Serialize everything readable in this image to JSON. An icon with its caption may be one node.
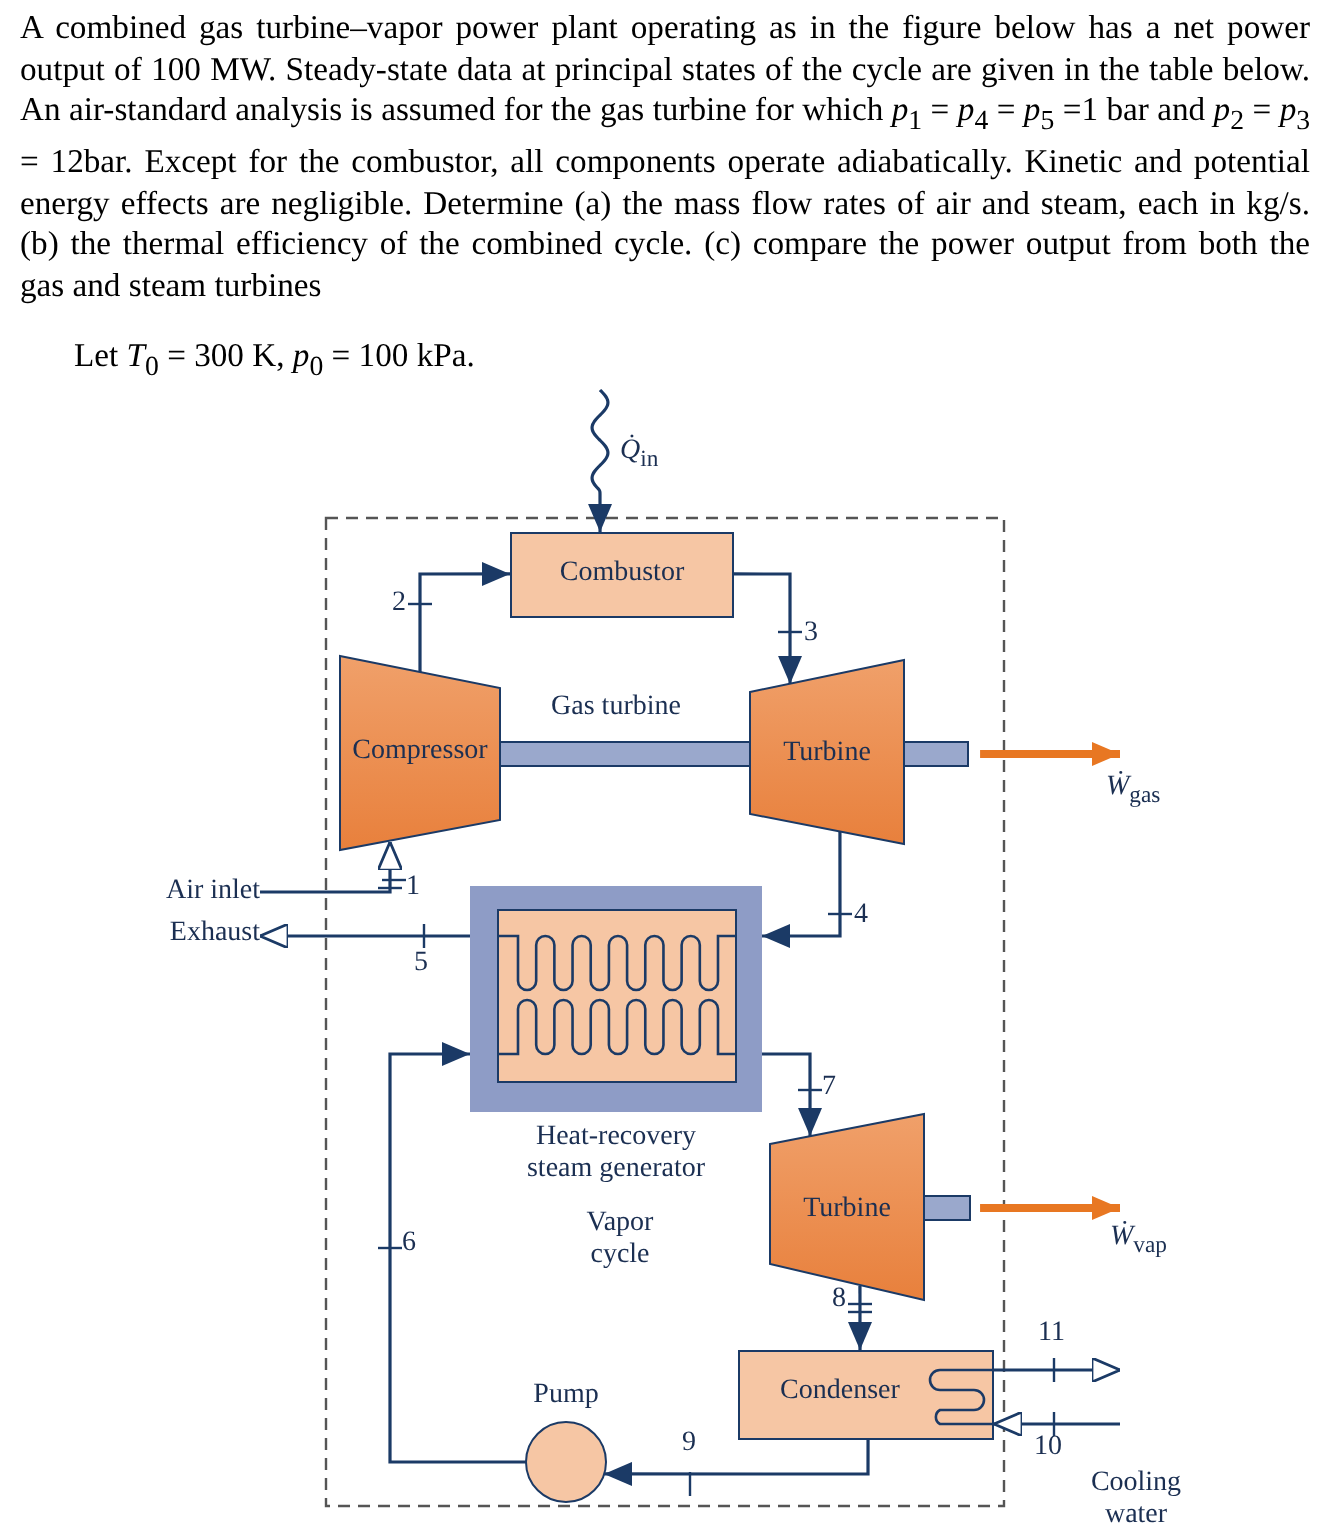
{
  "diagram": {
    "nodes": [
      {
        "text": [
          "Combustor"
        ]
      },
      {
        "text": [
          "Compressor"
        ]
      },
      {
        "text": [
          "Turbine"
        ]
      },
      {
        "text": [
          "Heat-recovery steam generator"
        ]
      },
      {
        "text": [
          "Turbine"
        ]
      },
      {
        "text": [
          "Condenser"
        ]
      },
      {
        "text": [
          "Pump"
        ]
      },
      {
        "text": [
          "Air inlet"
        ]
      },
      {
        "text": [
          "Exhaust"
        ]
      }
    ],
    "edges": [
      {
        "from": null,
        "to": 0,
        "arrow": "to",
        "label": "*Q̇*$_{in}$"
      },
      {
        "from": 1,
        "to": 0,
        "arrow": "to",
        "label": "2"
      },
      {
        "from": 0,
        "to": 2,
        "arrow": "to",
        "label": "3"
      },
      {
        "from": 7,
        "to": 1,
        "arrow": "to",
        "label": "1"
      },
      {
        "from": 2,
        "to": 3,
        "arrow": "to",
        "label": "4"
      },
      {
        "from": 3,
        "to": 8,
        "arrow": "to",
        "label": "5"
      },
      {
        "from": 3,
        "to": 4,
        "arrow": "to",
        "label": "7"
      },
      {
        "from": 4,
        "to": 5,
        "arrow": "to",
        "label": "8"
      },
      {
        "from": 5,
        "to": 6,
        "arrow": "to",
        "label": "9"
      },
      {
        "from": 6,
        "to": 3,
        "arrow": "to",
        "label": "6"
      },
      {
        "from": 2,
        "to": null,
        "arrow": "to",
        "label": "*Ẇ*$_{gas}$",
        "style": "thick",
        "color": "#e87722"
      },
      {
        "from": 4,
        "to": null,
        "arrow": "to",
        "label": "*Ẇ*$_{vap}$",
        "style": "thick",
        "color": "#e87722"
      },
      {
        "from": 5,
        "to": null,
        "arrow": "to",
        "label": "11"
      },
      {
        "from": null,
        "to": 5,
        "arrow": "to",
        "label": "10"
      }
    ],
    "labels": [
      "A combined gas turbine–vapor power plant operating as in the figure below has a net power output of 100 MW. Steady-state data at principal states of the cycle are given in the table below. An air-standard analysis is assumed for the gas turbine for which *p*$_{1}$ = *p*$_{4}$ = *p*$_{5}$ =1 bar and *p*$_{2}$ = *p*$_{3}$ = 12bar. Except for the combustor, all components operate adiabatically. Kinetic and potential energy effects are negligible. Determine (a) the mass flow rates of air and steam, each in kg/s. (b) the thermal efficiency of the combined cycle. (c) compare the power output from both the gas and steam turbines",
      "Let *T*$_{0}$ = 300 K, *p*$_{0}$ = 100 kPa.",
      "Gas turbine",
      "Vapor cycle",
      "Cooling water"
    ]
  }
}
